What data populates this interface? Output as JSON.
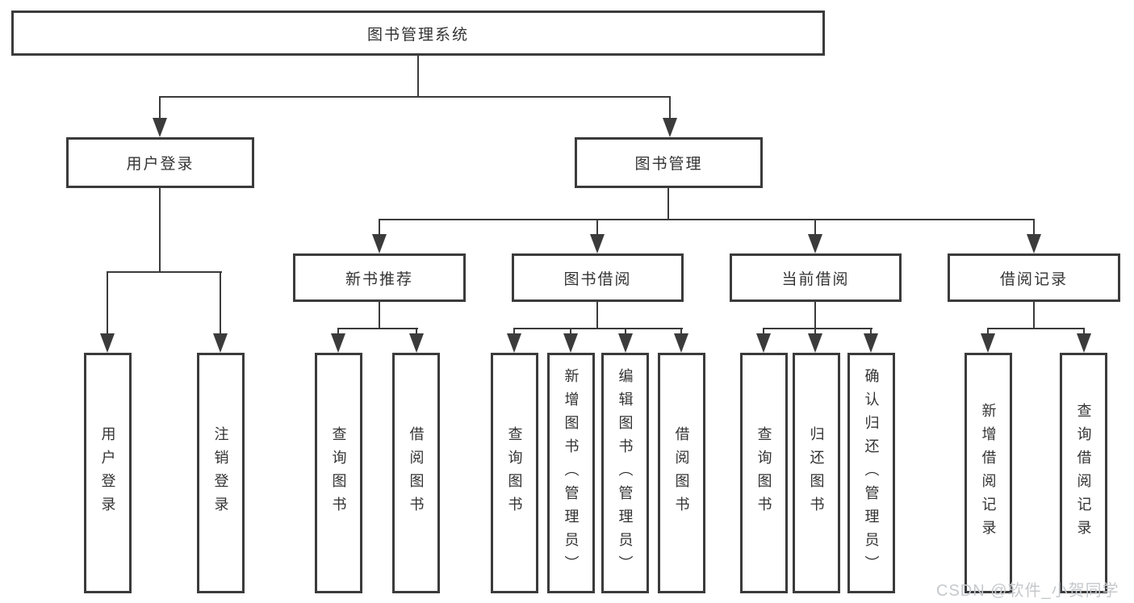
{
  "diagram_title": "图书管理系统",
  "tree": {
    "root": {
      "label": "图书管理系统"
    },
    "branches": [
      {
        "label": "用户登录",
        "children": [
          {
            "label": "用户登录"
          },
          {
            "label": "注销登录"
          }
        ]
      },
      {
        "label": "图书管理",
        "children": [
          {
            "label": "新书推荐",
            "children": [
              {
                "label": "查询图书"
              },
              {
                "label": "借阅图书"
              }
            ]
          },
          {
            "label": "图书借阅",
            "children": [
              {
                "label": "查询图书"
              },
              {
                "label": "新增图书（管理员）"
              },
              {
                "label": "编辑图书（管理员）"
              },
              {
                "label": "借阅图书"
              }
            ]
          },
          {
            "label": "当前借阅",
            "children": [
              {
                "label": "查询图书"
              },
              {
                "label": "归还图书"
              },
              {
                "label": "确认归还（管理员）"
              }
            ]
          },
          {
            "label": "借阅记录",
            "children": [
              {
                "label": "新增借阅记录"
              },
              {
                "label": "查询借阅记录"
              }
            ]
          }
        ]
      }
    ]
  },
  "watermark": "CSDN @软件_小贺同学",
  "colors": {
    "line": "#3b3b3b",
    "text": "#333333",
    "background": "#ffffff",
    "watermark": "#c5c9cc"
  }
}
